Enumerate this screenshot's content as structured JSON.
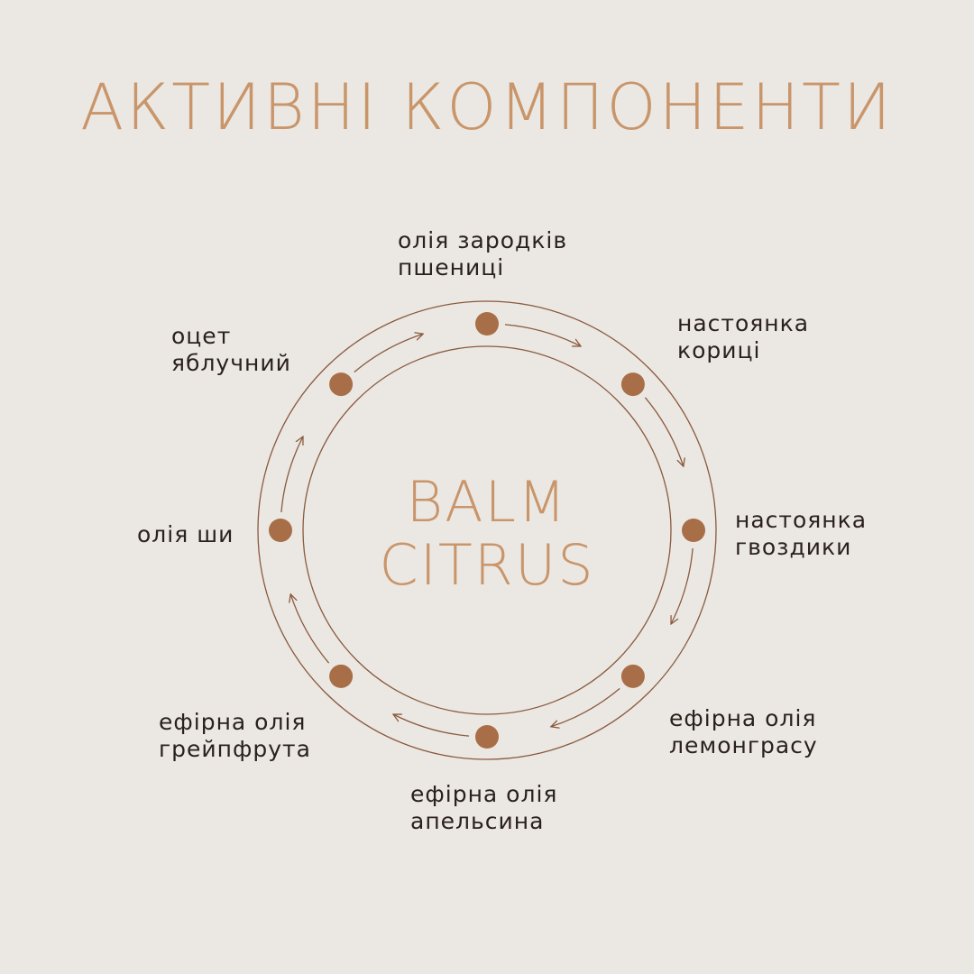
{
  "title": "АКТИВНІ КОМПОНЕНТИ",
  "center": {
    "line1": "BALM",
    "line2": "CITRUS"
  },
  "components": [
    {
      "line1": "олія зародків",
      "line2": "пшениці"
    },
    {
      "line1": "настоянка",
      "line2": "кориці"
    },
    {
      "line1": "настоянка",
      "line2": "гвоздики"
    },
    {
      "line1": "ефірна олія",
      "line2": "лемонграсу"
    },
    {
      "line1": "ефірна олія",
      "line2": "апельсина"
    },
    {
      "line1": "ефірна олія",
      "line2": "грейпфрута"
    },
    {
      "line1": "олія ши",
      "line2": ""
    },
    {
      "line1": "оцет",
      "line2": "яблучний"
    }
  ],
  "colors": {
    "background": "#EBE8E3",
    "accent": "#C9956A",
    "dot": "#A86E47",
    "ring": "#8A5A3E",
    "text": "#2B211C"
  }
}
